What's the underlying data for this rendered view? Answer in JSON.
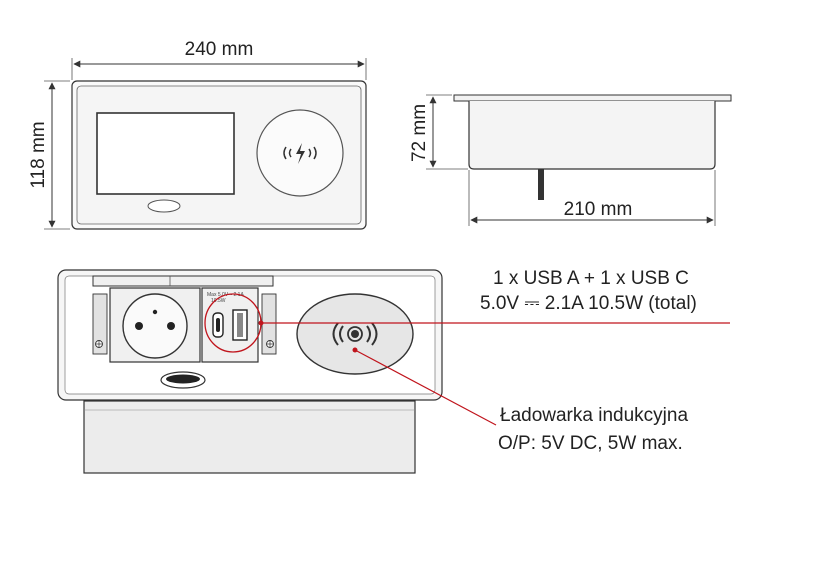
{
  "dimensions": {
    "width_top": "240 mm",
    "height_front": "118 mm",
    "depth_side": "72 mm",
    "width_side": "210 mm"
  },
  "usb_spec": {
    "line1": "1 x USB A + 1 x USB C",
    "line2": "5.0V ⎓ 2.1A  10.5W (total)"
  },
  "wireless_spec": {
    "line1": "Ładowarka indukcyjna",
    "line2": "O/P: 5V DC, 5W max."
  },
  "usb_panel_tiny_label": "Max 5.0V⎓ 2.1A",
  "usb_panel_tiny_label2": "10.5W",
  "colors": {
    "outline": "#333333",
    "callout": "#c0141c",
    "fill_light": "#f4f4f4",
    "fill_mid": "#e9e9e9"
  }
}
